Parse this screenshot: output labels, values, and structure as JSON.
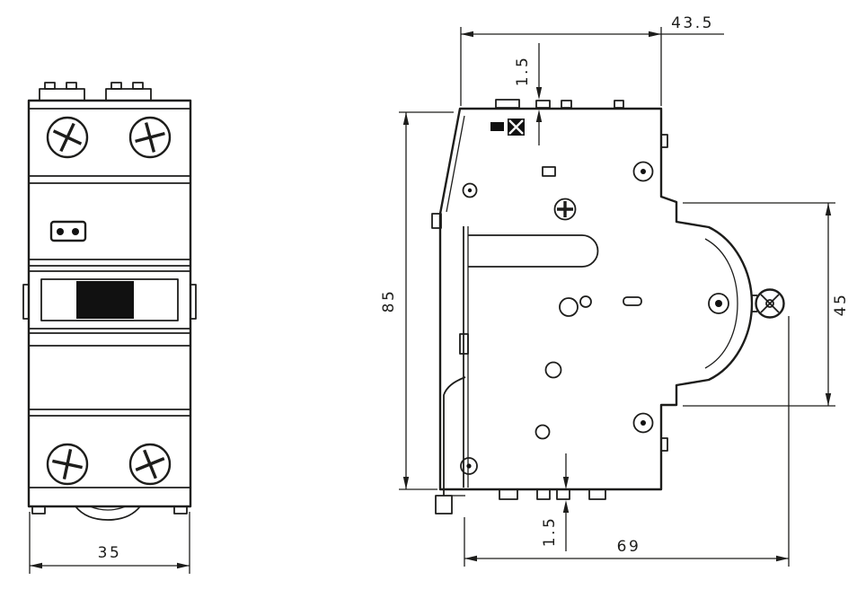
{
  "dims": {
    "front_width": "35",
    "side_top_width": "43.5",
    "side_top_lip": "1.5",
    "side_height": "85",
    "side_terminal_span": "45",
    "side_bottom_lip": "1.5",
    "side_depth": "69"
  },
  "style": {
    "line_color": "#1d1d1b",
    "background": "#ffffff",
    "accent_fill": "#111111"
  }
}
